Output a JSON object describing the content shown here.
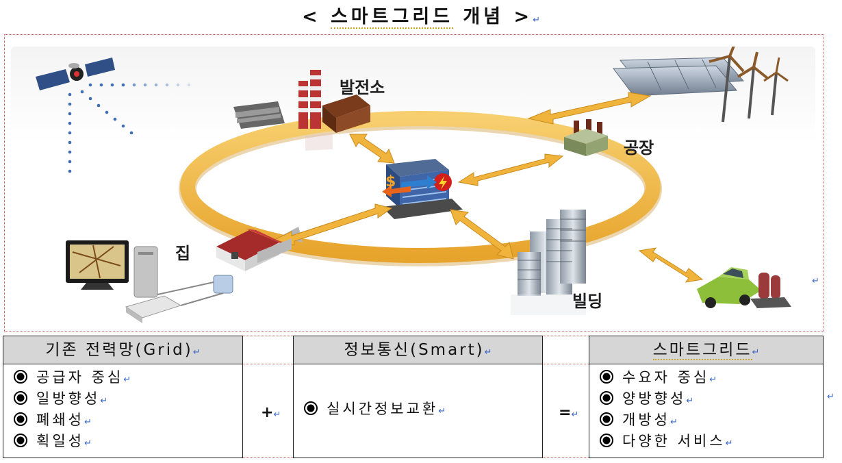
{
  "title": {
    "open": "<",
    "text": "스마트그리드",
    "rest": "개념",
    "close": ">"
  },
  "diagram": {
    "labels": {
      "power_plant": "발전소",
      "factory": "공장",
      "house": "집",
      "building": "빌딩"
    }
  },
  "boxes": [
    {
      "header": "기존 전력망(Grid)",
      "items": [
        "공급자 중심",
        "일방향성",
        "폐쇄성",
        "획일성"
      ]
    },
    {
      "header": "정보통신(Smart)",
      "items": [
        "실시간정보교환"
      ]
    },
    {
      "header": "스마트그리드",
      "items": [
        "수요자 중심",
        "양방향성",
        "개방성",
        "다양한 서비스"
      ]
    }
  ],
  "operators": {
    "plus": "+",
    "equals": "="
  },
  "return_mark": "↵",
  "colors": {
    "ring": "#f0b43c",
    "header_bg": "#d6d6d6",
    "dotted_border": "#e05050"
  }
}
